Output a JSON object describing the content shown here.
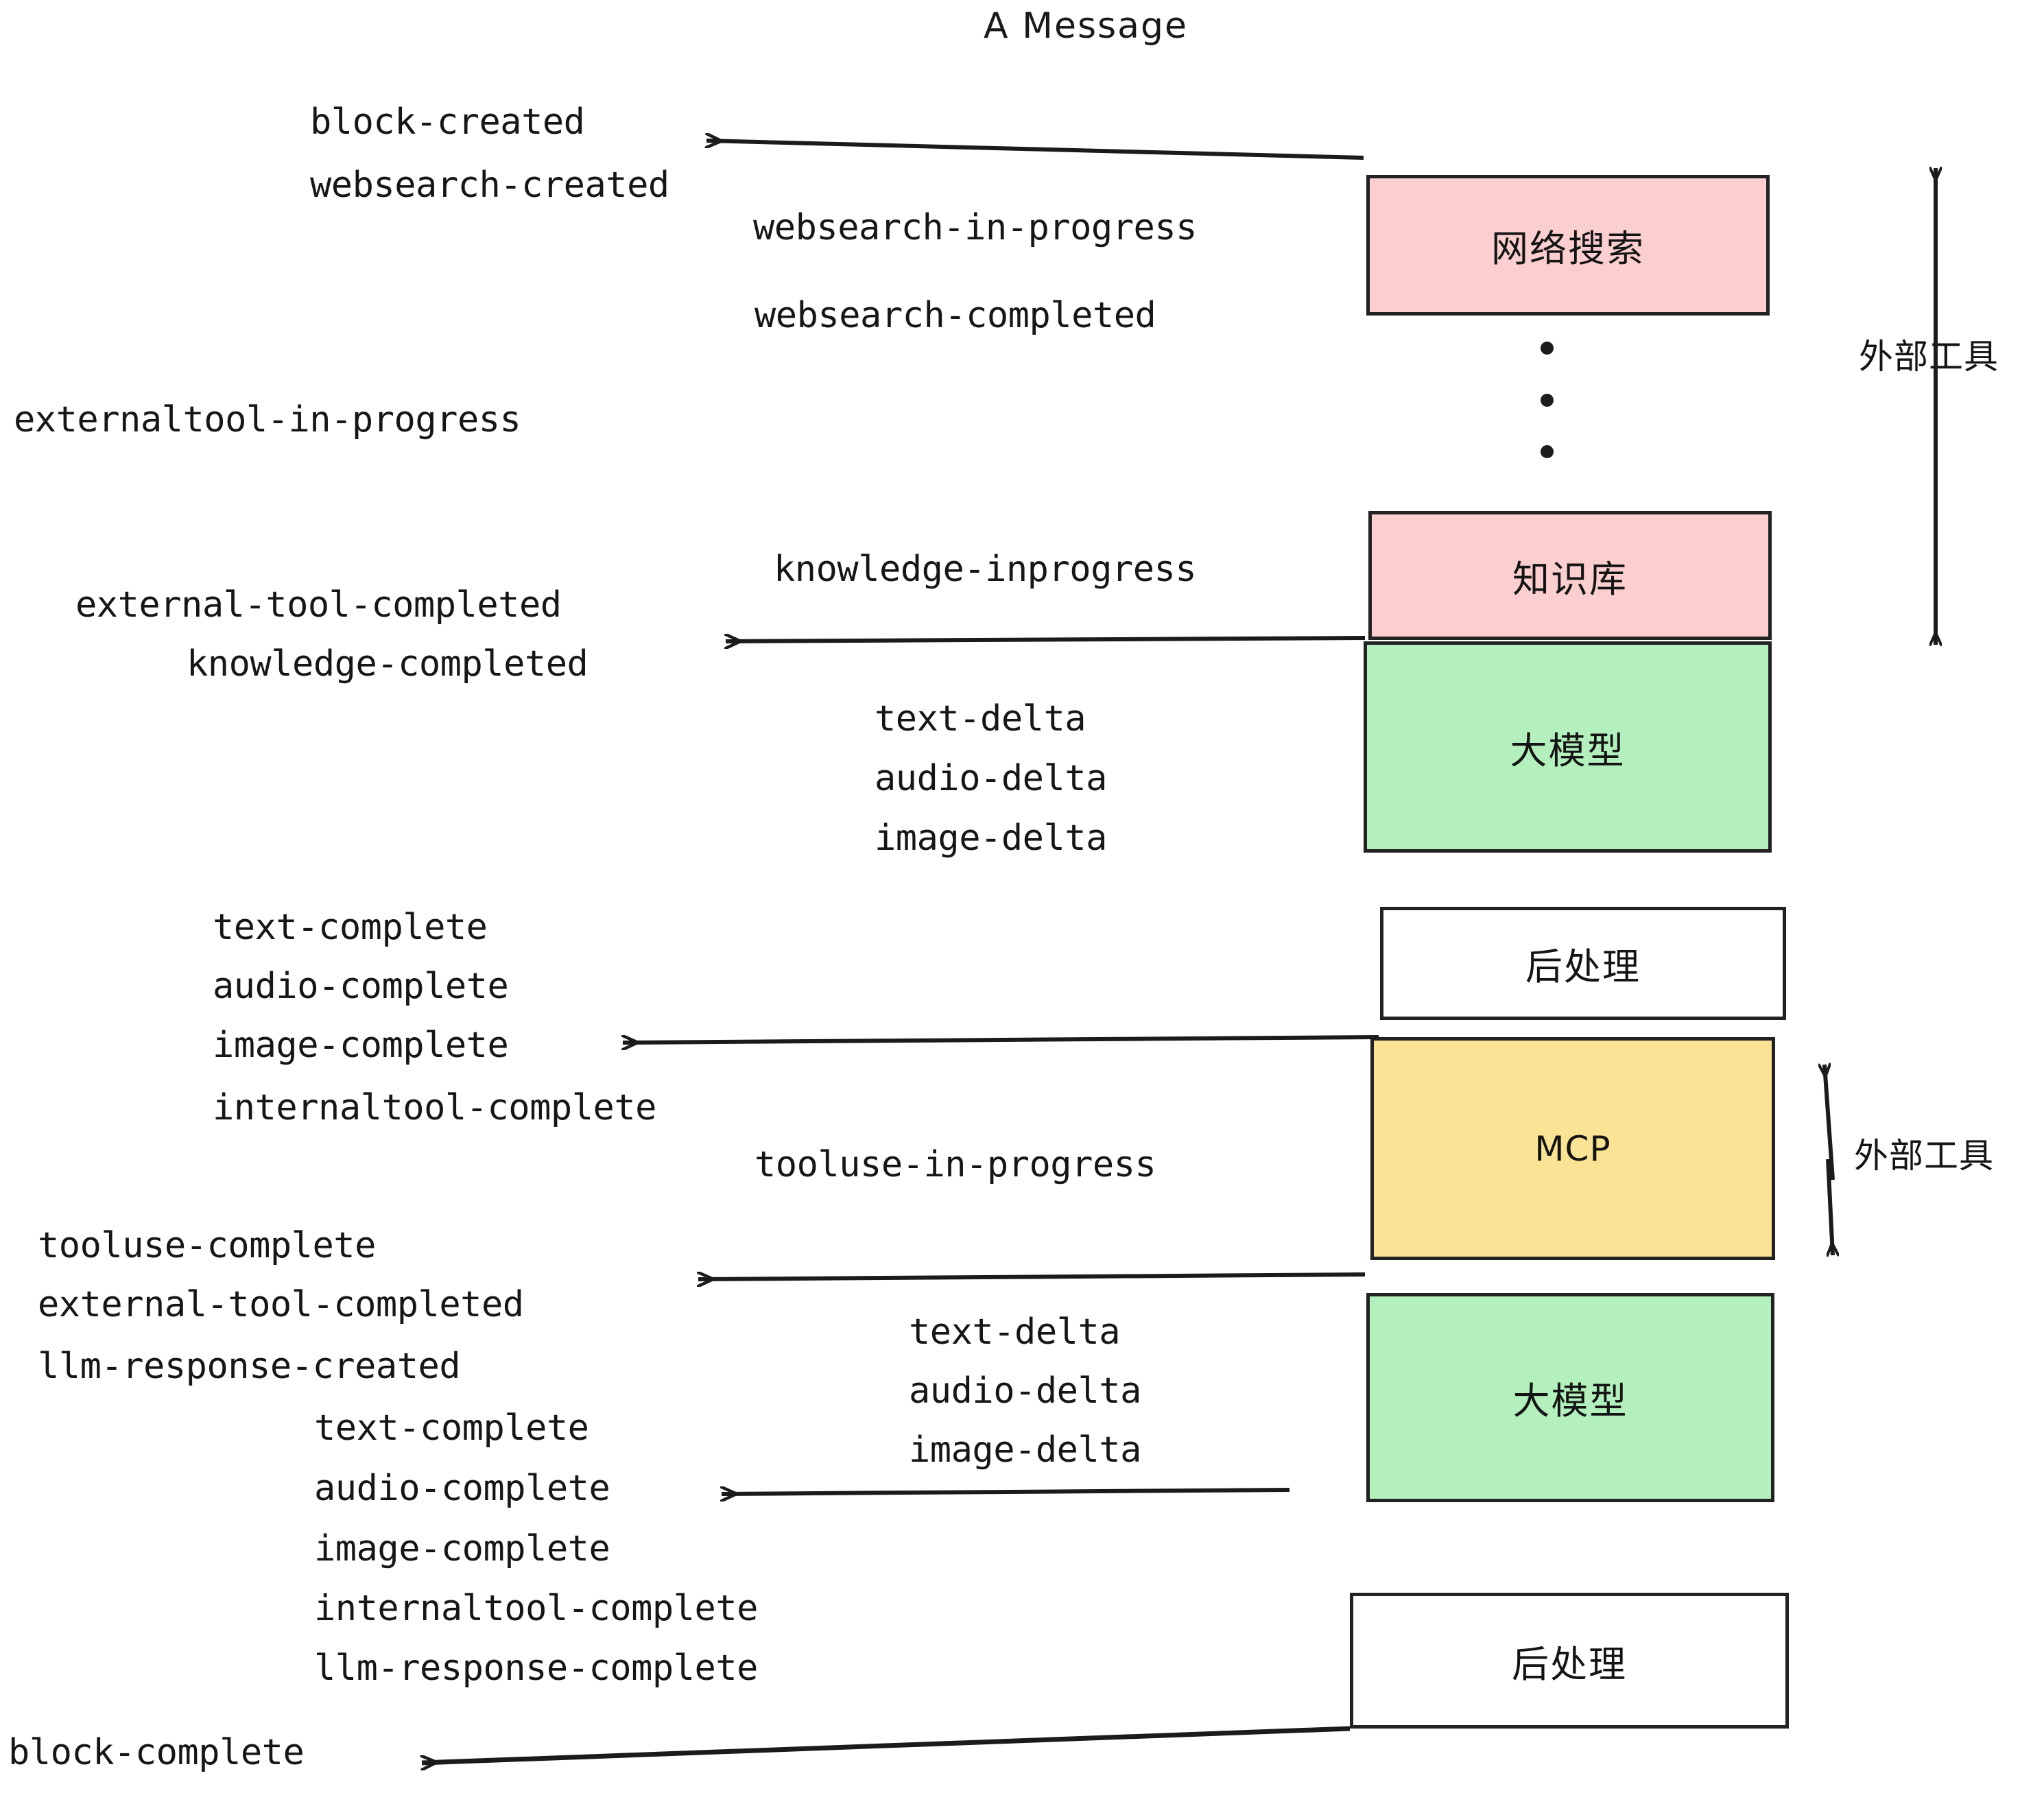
{
  "diagram": {
    "title": "A Message",
    "colors": {
      "external_tool_fill": "#fbcfcf",
      "llm_fill": "#b4f0bd",
      "mcp_fill": "#fae394",
      "postprocess_fill": "#ffffff",
      "stroke": "#222222",
      "text": "#161616"
    },
    "nodes": [
      {
        "id": "websearch",
        "label": "网络搜索",
        "kind": "external-tool"
      },
      {
        "id": "knowledge",
        "label": "知识库",
        "kind": "external-tool"
      },
      {
        "id": "llm-1",
        "label": "大模型",
        "kind": "llm"
      },
      {
        "id": "postprocess-1",
        "label": "后处理",
        "kind": "postprocess"
      },
      {
        "id": "mcp",
        "label": "MCP",
        "kind": "mcp"
      },
      {
        "id": "llm-2",
        "label": "大模型",
        "kind": "llm"
      },
      {
        "id": "postprocess-2",
        "label": "后处理",
        "kind": "postprocess"
      }
    ],
    "brackets": [
      {
        "id": "external-tools-top",
        "label": "外部工具"
      },
      {
        "id": "external-tools-bottom",
        "label": "外部工具"
      }
    ],
    "events": [
      {
        "id": "e01",
        "text": "block-created"
      },
      {
        "id": "e02",
        "text": "websearch-created"
      },
      {
        "id": "e03",
        "text": "websearch-in-progress"
      },
      {
        "id": "e04",
        "text": "websearch-completed"
      },
      {
        "id": "e05",
        "text": "externaltool-in-progress"
      },
      {
        "id": "e06",
        "text": "knowledge-inprogress"
      },
      {
        "id": "e07",
        "text": "external-tool-completed"
      },
      {
        "id": "e08",
        "text": "knowledge-completed"
      },
      {
        "id": "e09",
        "text": "text-delta"
      },
      {
        "id": "e10",
        "text": "audio-delta"
      },
      {
        "id": "e11",
        "text": "image-delta"
      },
      {
        "id": "e12",
        "text": "text-complete"
      },
      {
        "id": "e13",
        "text": "audio-complete"
      },
      {
        "id": "e14",
        "text": "image-complete"
      },
      {
        "id": "e15",
        "text": "internaltool-complete"
      },
      {
        "id": "e16",
        "text": "tooluse-in-progress"
      },
      {
        "id": "e17",
        "text": "tooluse-complete"
      },
      {
        "id": "e18",
        "text": "external-tool-completed"
      },
      {
        "id": "e19",
        "text": "llm-response-created"
      },
      {
        "id": "e20",
        "text": "text-delta"
      },
      {
        "id": "e21",
        "text": "audio-delta"
      },
      {
        "id": "e22",
        "text": "image-delta"
      },
      {
        "id": "e23",
        "text": "text-complete"
      },
      {
        "id": "e24",
        "text": "audio-complete"
      },
      {
        "id": "e25",
        "text": "image-complete"
      },
      {
        "id": "e26",
        "text": "internaltool-complete"
      },
      {
        "id": "e27",
        "text": "llm-response-complete"
      },
      {
        "id": "e28",
        "text": "block-complete"
      }
    ]
  }
}
